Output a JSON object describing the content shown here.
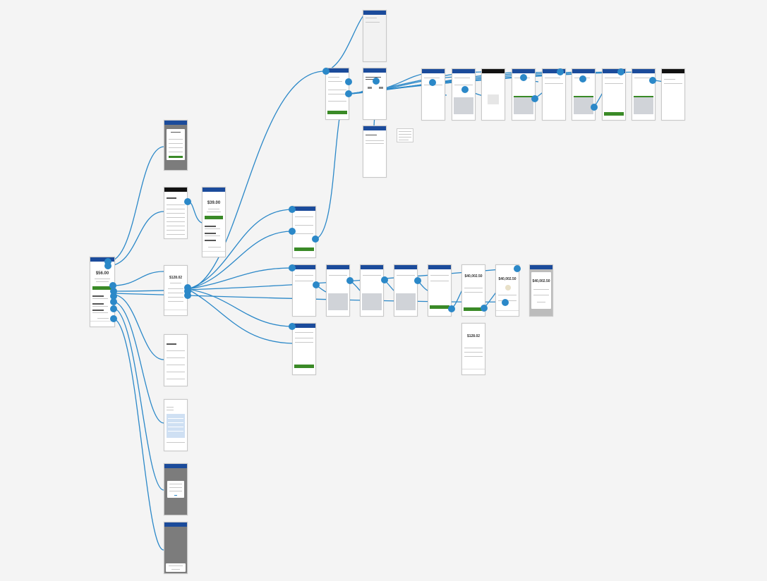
{
  "colors": {
    "canvas": "#f4f4f4",
    "header_blue": "#1b4b9b",
    "action_green": "#3a8a27",
    "connector": "#2b88c8"
  },
  "screens": {
    "home": {
      "amount": "$56.00"
    },
    "balance": {
      "amount": "$128.02"
    },
    "balance_detail": {
      "amount": "$128.02"
    },
    "payment_summary": {
      "amount": "$39.00"
    },
    "confirm_large": {
      "amount": "$40,002.50"
    },
    "confirmed_large": {
      "amount": "$40,002.50"
    },
    "confirmed_modal": {
      "amount": "$40,002.50"
    }
  }
}
